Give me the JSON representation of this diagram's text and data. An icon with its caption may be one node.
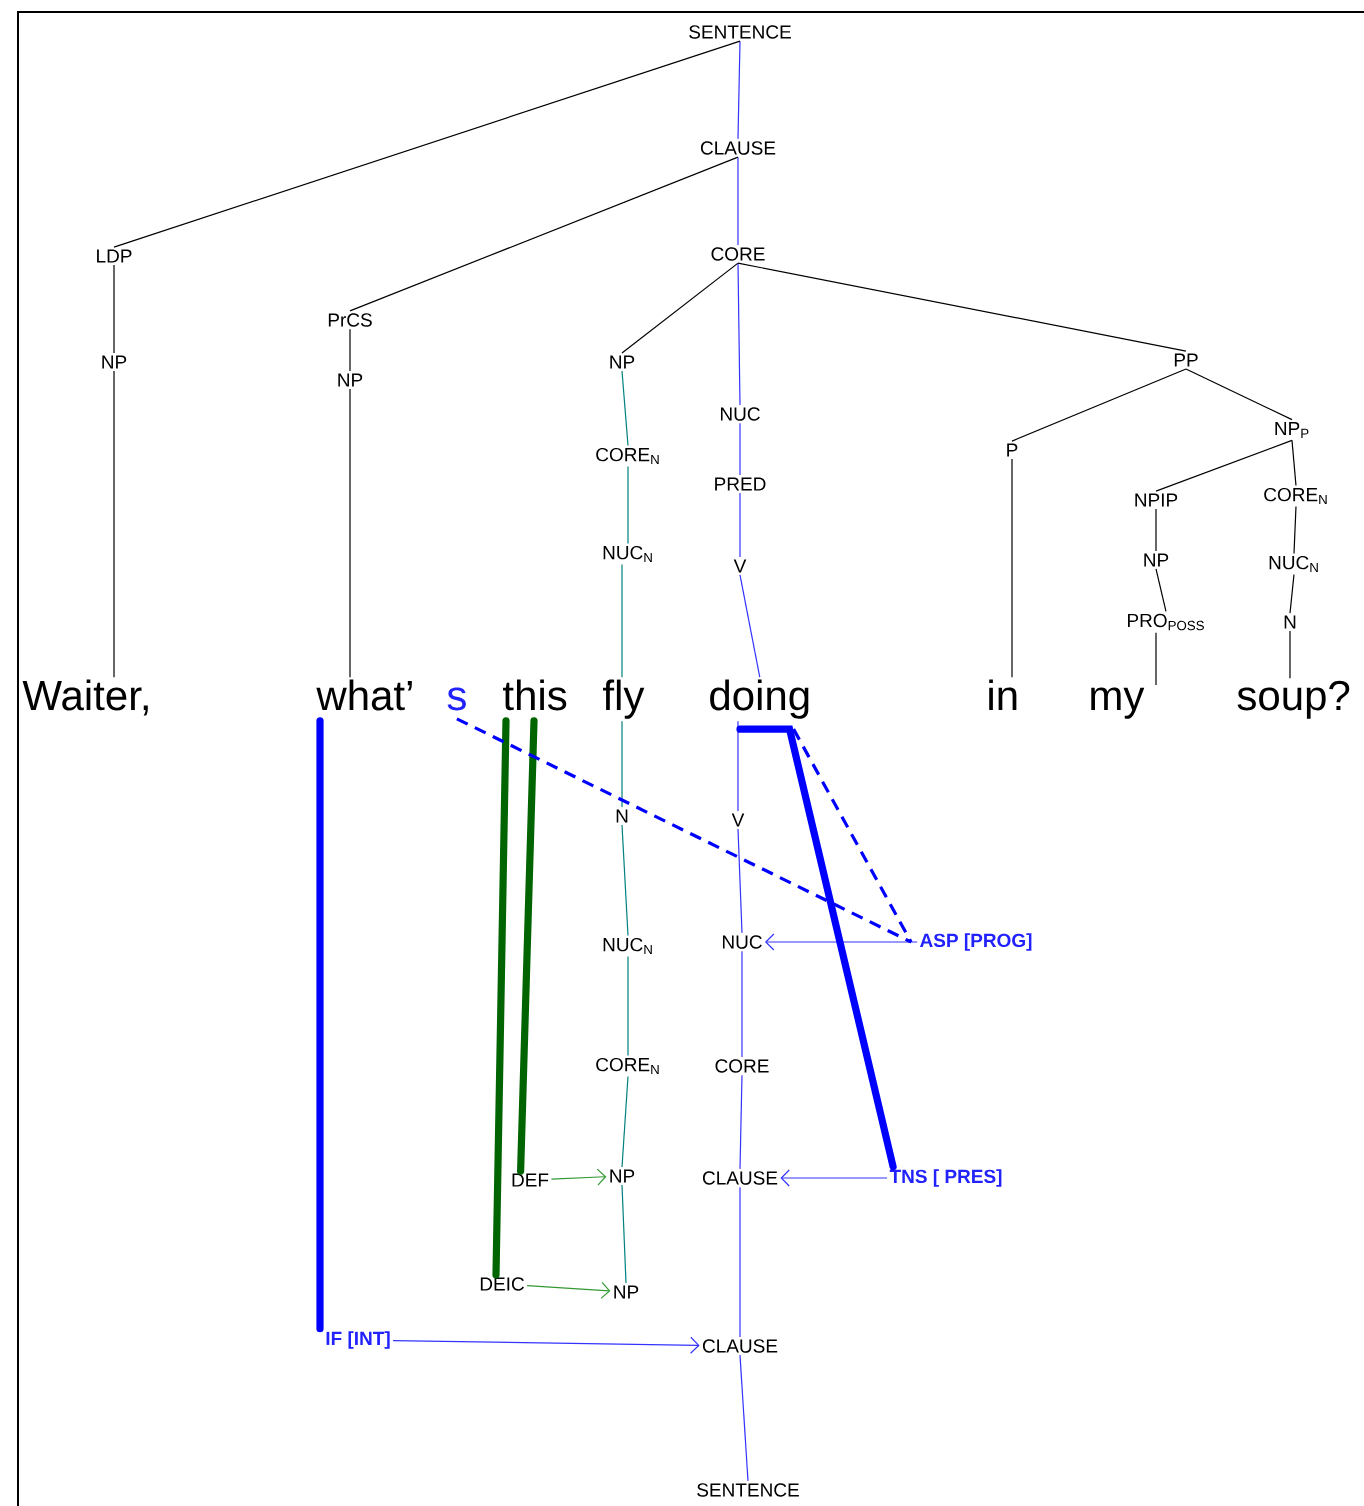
{
  "diagram": {
    "nodes": [
      {
        "text": [
          "SENTENCE"
        ]
      },
      {
        "text": [
          "CLAUSE"
        ]
      },
      {
        "text": [
          "LDP"
        ]
      },
      {
        "text": [
          "NP"
        ]
      },
      {
        "text": [
          "CORE"
        ]
      },
      {
        "text": [
          "PrCS"
        ]
      },
      {
        "text": [
          "NP"
        ]
      },
      {
        "text": [
          "NP"
        ]
      },
      {
        "text": [
          "NUC"
        ]
      },
      {
        "text": [
          "PP"
        ]
      },
      {
        "text": [
          "CORE$_{N}$"
        ]
      },
      {
        "text": [
          "PRED"
        ]
      },
      {
        "text": [
          "P"
        ]
      },
      {
        "text": [
          "NP$_{P}$"
        ]
      },
      {
        "text": [
          "NUC$_{N}$"
        ]
      },
      {
        "text": [
          "V"
        ]
      },
      {
        "text": [
          "NPIP"
        ]
      },
      {
        "text": [
          "CORE$_{N}$"
        ]
      },
      {
        "text": [
          "NP"
        ]
      },
      {
        "text": [
          "NUC$_{N}$"
        ]
      },
      {
        "text": [
          "PRO$_{POSS}$"
        ]
      },
      {
        "text": [
          "N"
        ]
      },
      {
        "text": [
          "Waiter,"
        ]
      },
      {
        "text": [
          "what’"
        ]
      },
      {
        "text": [
          "s"
        ]
      },
      {
        "text": [
          "this"
        ]
      },
      {
        "text": [
          "fly"
        ]
      },
      {
        "text": [
          "doing"
        ]
      },
      {
        "text": [
          "in"
        ]
      },
      {
        "text": [
          "my"
        ]
      },
      {
        "text": [
          "soup?"
        ]
      },
      {
        "text": [
          "N"
        ]
      },
      {
        "text": [
          "V"
        ]
      },
      {
        "text": [
          "NUC$_{N}$"
        ]
      },
      {
        "text": [
          "NUC"
        ]
      },
      {
        "text": [
          "ASP [PROG]"
        ]
      },
      {
        "text": [
          "CORE$_{N}$"
        ]
      },
      {
        "text": [
          "CORE"
        ]
      },
      {
        "text": [
          "DEF"
        ]
      },
      {
        "text": [
          "NP"
        ]
      },
      {
        "text": [
          "CLAUSE"
        ]
      },
      {
        "text": [
          "TNS [ PRES]"
        ]
      },
      {
        "text": [
          "DEIC"
        ]
      },
      {
        "text": [
          "NP"
        ]
      },
      {
        "text": [
          "IF [INT]"
        ]
      },
      {
        "text": [
          "CLAUSE"
        ]
      },
      {
        "text": [
          "SENTENCE"
        ]
      }
    ],
    "edges": [
      {
        "from": 0,
        "to": 1,
        "arrow": "none",
        "color": "#3333ff"
      },
      {
        "from": 0,
        "to": 2,
        "arrow": "none"
      },
      {
        "from": 1,
        "to": 4,
        "arrow": "none",
        "color": "#3333ff"
      },
      {
        "from": 1,
        "to": 5,
        "arrow": "none"
      },
      {
        "from": 4,
        "to": 7,
        "arrow": "none"
      },
      {
        "from": 4,
        "to": 8,
        "arrow": "none",
        "color": "#3333ff"
      },
      {
        "from": 4,
        "to": 9,
        "arrow": "none"
      },
      {
        "from": 2,
        "to": 3,
        "arrow": "none"
      },
      {
        "from": 3,
        "to": 22,
        "arrow": "none"
      },
      {
        "from": 5,
        "to": 6,
        "arrow": "none"
      },
      {
        "from": 6,
        "to": 23,
        "arrow": "none"
      },
      {
        "from": 7,
        "to": 10,
        "arrow": "none",
        "color": "#008080"
      },
      {
        "from": 10,
        "to": 14,
        "arrow": "none",
        "color": "#008080"
      },
      {
        "from": 14,
        "to": 26,
        "arrow": "none",
        "color": "#008080"
      },
      {
        "from": 8,
        "to": 11,
        "arrow": "none",
        "color": "#3333ff"
      },
      {
        "from": 11,
        "to": 15,
        "arrow": "none",
        "color": "#3333ff"
      },
      {
        "from": 15,
        "to": 27,
        "arrow": "none",
        "color": "#3333ff"
      },
      {
        "from": 9,
        "to": 12,
        "arrow": "none"
      },
      {
        "from": 9,
        "to": 13,
        "arrow": "none"
      },
      {
        "from": 12,
        "to": 28,
        "arrow": "none"
      },
      {
        "from": 13,
        "to": 16,
        "arrow": "none"
      },
      {
        "from": 13,
        "to": 17,
        "arrow": "none"
      },
      {
        "from": 16,
        "to": 18,
        "arrow": "none"
      },
      {
        "from": 18,
        "to": 20,
        "arrow": "none"
      },
      {
        "from": 20,
        "to": 29,
        "arrow": "none"
      },
      {
        "from": 17,
        "to": 19,
        "arrow": "none"
      },
      {
        "from": 19,
        "to": 21,
        "arrow": "none"
      },
      {
        "from": 21,
        "to": 30,
        "arrow": "none"
      },
      {
        "from": 26,
        "to": 31,
        "arrow": "none",
        "color": "#008080"
      },
      {
        "from": 31,
        "to": 33,
        "arrow": "none",
        "color": "#008080"
      },
      {
        "from": 33,
        "to": 36,
        "arrow": "none",
        "color": "#008080"
      },
      {
        "from": 36,
        "to": 39,
        "arrow": "none",
        "color": "#008080"
      },
      {
        "from": 39,
        "to": 43,
        "arrow": "none",
        "color": "#008080"
      },
      {
        "from": 27,
        "to": 32,
        "arrow": "none",
        "color": "#3333ff"
      },
      {
        "from": 32,
        "to": 34,
        "arrow": "none",
        "color": "#3333ff"
      },
      {
        "from": 34,
        "to": 37,
        "arrow": "none",
        "color": "#3333ff"
      },
      {
        "from": 37,
        "to": 40,
        "arrow": "none",
        "color": "#3333ff"
      },
      {
        "from": 40,
        "to": 45,
        "arrow": "none",
        "color": "#3333ff"
      },
      {
        "from": 45,
        "to": 46,
        "arrow": "none",
        "color": "#3333ff"
      },
      {
        "from": 35,
        "to": 34,
        "arrow": "to",
        "color": "#3333ff"
      },
      {
        "from": 41,
        "to": 40,
        "arrow": "to",
        "color": "#3333ff"
      },
      {
        "from": 38,
        "to": 39,
        "arrow": "to",
        "color": "#339933"
      },
      {
        "from": 42,
        "to": 43,
        "arrow": "to",
        "color": "#339933"
      },
      {
        "from": 44,
        "to": 45,
        "arrow": "to",
        "color": "#3333ff"
      },
      {
        "from": 23,
        "to": 44,
        "arrow": "none",
        "style": "thick",
        "color": "#0000ff"
      },
      {
        "from": 25,
        "to": 42,
        "arrow": "none",
        "style": "thick",
        "color": "#006400"
      },
      {
        "from": 25,
        "to": 38,
        "arrow": "none",
        "style": "thick",
        "color": "#006400"
      },
      {
        "from": 24,
        "to": 35,
        "arrow": "none",
        "style": "dashed",
        "color": "#0000ff"
      },
      {
        "from": 27,
        "to": 35,
        "arrow": "none",
        "style": "dashed",
        "color": "#0000ff"
      },
      {
        "from": 27,
        "to": 41,
        "arrow": "none",
        "style": "thick",
        "color": "#0000ff"
      }
    ]
  }
}
